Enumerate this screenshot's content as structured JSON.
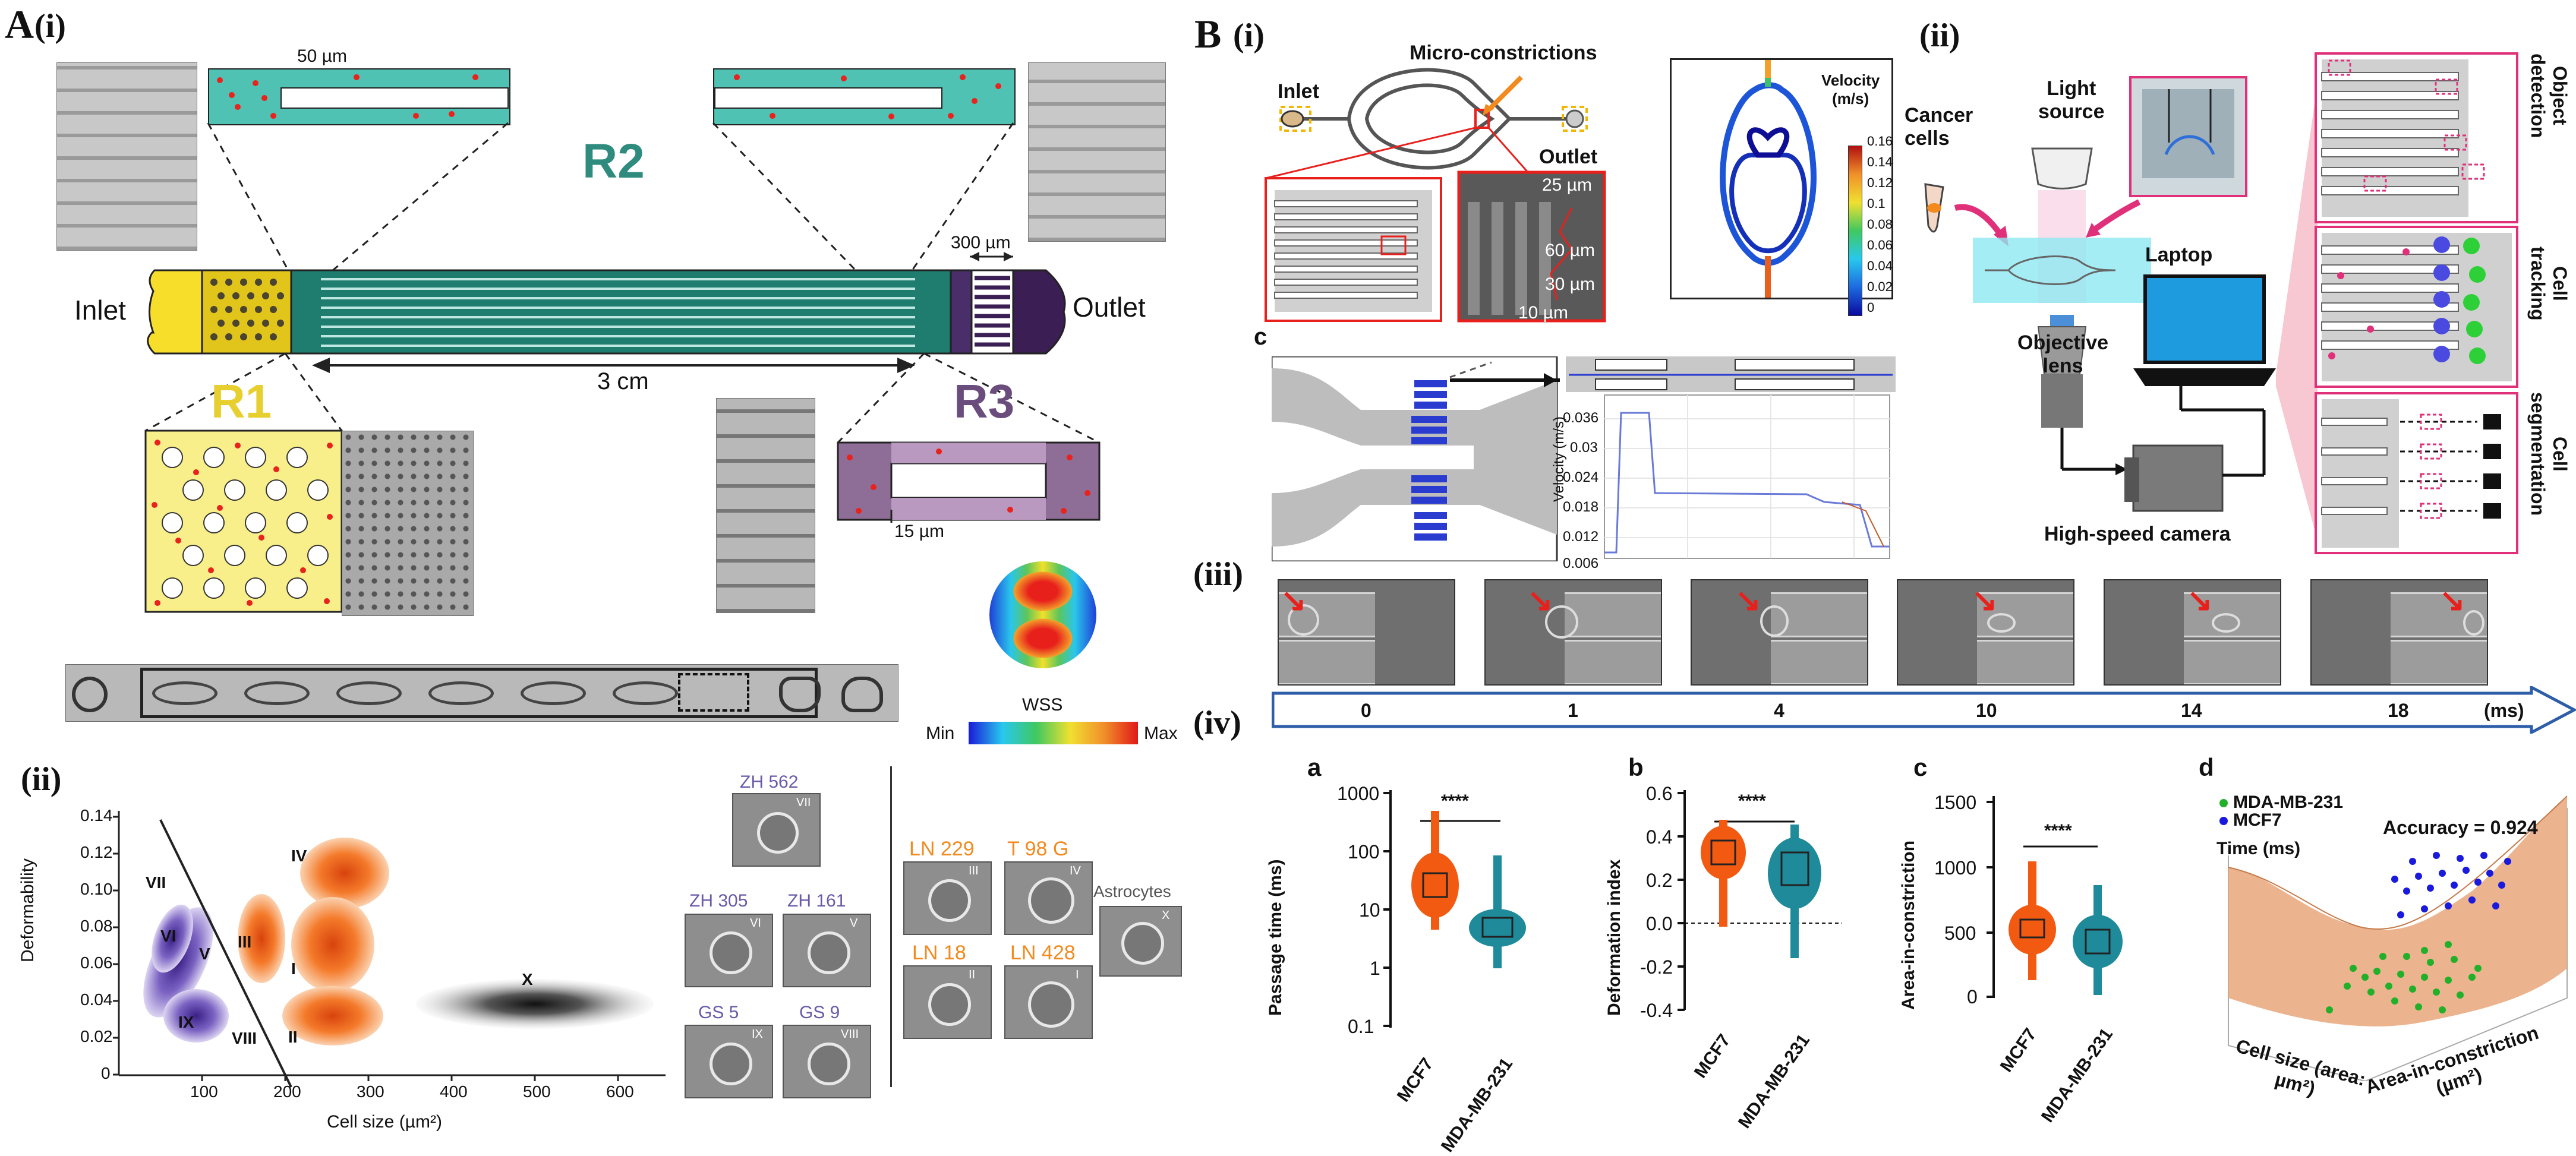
{
  "panel_a": {
    "letter": "A",
    "sub_i": "(i)",
    "sub_ii": "(ii)",
    "top_scale": "50 µm",
    "r2": "R2",
    "r1": "R1",
    "r3": "R3",
    "scale_300": "300 µm",
    "inlet": "Inlet",
    "outlet": "Outlet",
    "length": "3 cm",
    "scale_15": "15 µm",
    "wss_title": "WSS",
    "wss_min": "Min",
    "wss_max": "Max",
    "scatter": {
      "xlabel": "Cell size (µm²)",
      "ylabel": "Deformability",
      "xticks": [
        "100",
        "200",
        "300",
        "400",
        "500",
        "600"
      ],
      "yticks": [
        "0",
        "0.02",
        "0.04",
        "0.06",
        "0.08",
        "0.10",
        "0.12",
        "0.14"
      ],
      "cluster_labels": [
        "VII",
        "VI",
        "V",
        "IX",
        "VIII",
        "III",
        "I",
        "II",
        "IV",
        "X"
      ]
    },
    "cells_purple": [
      {
        "name": "ZH 562",
        "roman": "VII"
      },
      {
        "name": "ZH 305",
        "roman": "VI"
      },
      {
        "name": "ZH 161",
        "roman": "V"
      },
      {
        "name": "GS 5",
        "roman": "IX"
      },
      {
        "name": "GS 9",
        "roman": "VIII"
      }
    ],
    "cells_orange": [
      {
        "name": "LN 229",
        "roman": "III"
      },
      {
        "name": "T 98 G",
        "roman": "IV"
      },
      {
        "name": "LN 18",
        "roman": "II"
      },
      {
        "name": "LN 428",
        "roman": "I"
      }
    ],
    "astro": {
      "name": "Astrocytes",
      "roman": "X"
    },
    "colors": {
      "purple": "#6a5aa8",
      "orange": "#f28a1e",
      "teal": "#2f8b7e",
      "yellow": "#f7e34a",
      "dark_purple": "#3b1f54"
    }
  },
  "panel_b": {
    "letter": "B",
    "sub_i": "(i)",
    "sub_ii": "(ii)",
    "sub_iii": "(iii)",
    "sub_iv": "(iv)",
    "c_letter": "c",
    "micro": "Micro-constrictions",
    "inlet": "Inlet",
    "outlet": "Outlet",
    "dims": [
      "25 µm",
      "60 µm",
      "30 µm",
      "10 µm"
    ],
    "vel_title": "Velocity (m/s)",
    "vel_title_line1": "Velocity",
    "vel_title_line2": "(m/s)",
    "vel_ticks": [
      "0.16",
      "0.14",
      "0.12",
      "0.1",
      "0.08",
      "0.06",
      "0.04",
      "0.02",
      "0"
    ],
    "vel_chart": {
      "ylabel": "Velocity (m/s)",
      "yticks": [
        "0.036",
        "0.03",
        "0.024",
        "0.018",
        "0.012",
        "0.006"
      ]
    },
    "setup": {
      "cancer_cells": [
        "Cancer",
        "cells"
      ],
      "light_source": [
        "Light",
        "source"
      ],
      "objective": [
        "Objective",
        "lens"
      ],
      "camera": "High-speed camera",
      "laptop": "Laptop",
      "steps": [
        [
          "Object",
          "detection"
        ],
        [
          "Cell",
          "tracking"
        ],
        [
          "Cell",
          "segmentation"
        ]
      ]
    },
    "timeline": {
      "ticks": [
        "0",
        "1",
        "4",
        "10",
        "14",
        "18"
      ],
      "unit": "(ms)"
    },
    "plots": [
      {
        "letter": "a",
        "ylabel": "Passage time (ms)",
        "yticks": [
          "1000",
          "100",
          "10",
          "1",
          "0.1"
        ],
        "sig": "****",
        "groups": [
          "MCF7",
          "MDA-MB-231"
        ]
      },
      {
        "letter": "b",
        "ylabel": "Deformation index",
        "yticks": [
          "0.6",
          "0.4",
          "0.2",
          "0.0",
          "-0.2",
          "-0.4"
        ],
        "sig": "****",
        "groups": [
          "MCF7",
          "MDA-MB-231"
        ]
      },
      {
        "letter": "c",
        "ylabel": "Area-in-constriction",
        "yticks": [
          "1500",
          "1000",
          "500",
          "0"
        ],
        "sig": "****",
        "groups": [
          "MCF7",
          "MDA-MB-231"
        ]
      }
    ],
    "plot_d": {
      "letter": "d",
      "legend": [
        "MDA-MB-231",
        "MCF7"
      ],
      "accuracy": "Accuracy = 0.924",
      "zlabel": "Time (ms)",
      "xlabel": [
        "Cell size (area:",
        "µm²)"
      ],
      "ylabel": [
        "Area-in-constriction",
        "(µm²)"
      ]
    },
    "colors": {
      "orange": "#f25a12",
      "teal": "#1e8a9a",
      "green": "#22b02a",
      "blue": "#1a1adf"
    }
  }
}
